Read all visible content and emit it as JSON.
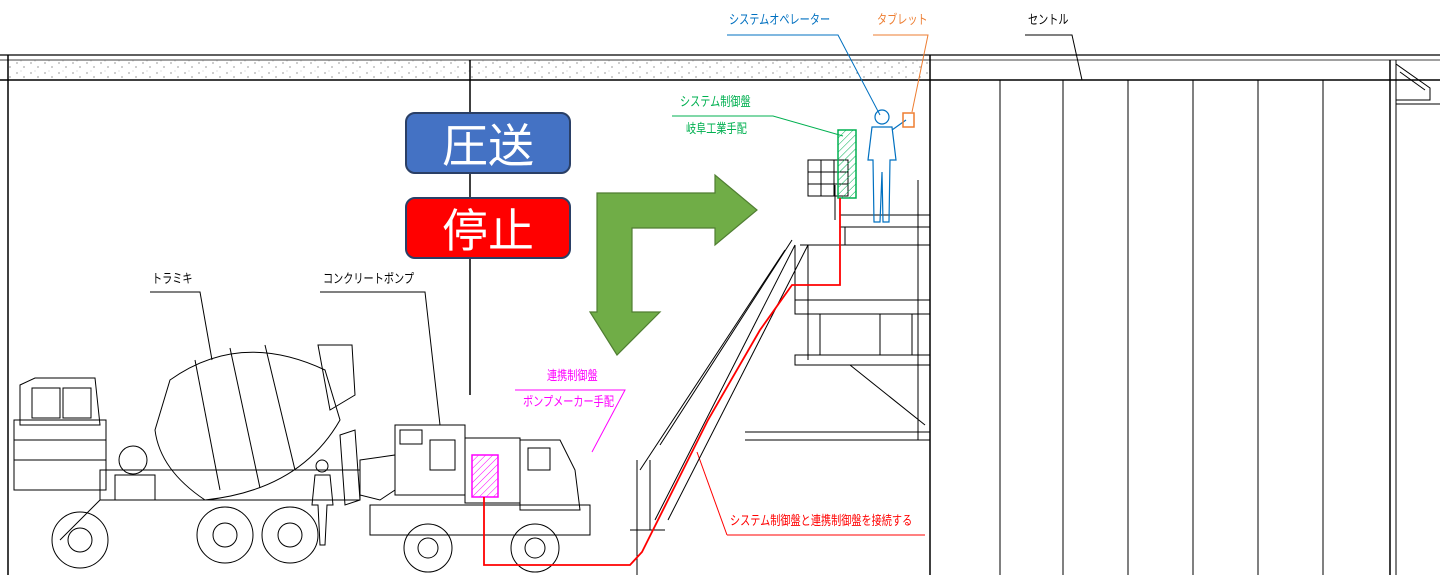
{
  "labels": {
    "system_operator": "システムオペレーター",
    "tablet": "タブレット",
    "centle": "セントル",
    "system_panel": "システム制御盤",
    "system_panel_sub": "岐阜工業手配",
    "truck_mixer": "トラミキ",
    "concrete_pump": "コンクリートポンプ",
    "link_panel": "連携制御盤",
    "link_panel_sub": "ポンプメーカー手配",
    "connect_note": "システム制御盤と連携制御盤を接続する"
  },
  "buttons": {
    "start": "圧送",
    "stop": "停止"
  },
  "colors": {
    "start_button": "#4472c4",
    "stop_button": "#ff0000",
    "arrow": "#70ad47",
    "operator": "#0070c0",
    "tablet": "#ed7d31",
    "system_panel": "#00b050",
    "link_panel": "#ff00ff",
    "cable": "#ff0000"
  }
}
